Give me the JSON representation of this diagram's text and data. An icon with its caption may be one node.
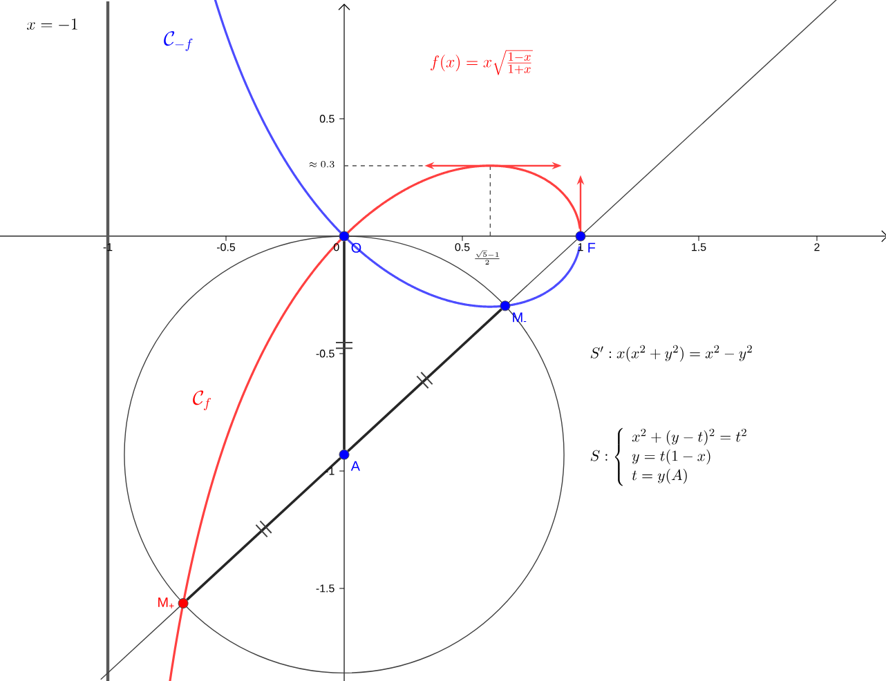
{
  "diagram": {
    "nodes": [
      {
        "text": [
          "O"
        ]
      },
      {
        "text": [
          "F"
        ]
      },
      {
        "text": [
          "M$_{-}$"
        ]
      },
      {
        "text": [
          "A"
        ]
      },
      {
        "text": [
          "M$_{+}$"
        ]
      }
    ],
    "edges": [
      {
        "from": 0,
        "to": 3,
        "arrow": "none"
      },
      {
        "from": 3,
        "to": 2,
        "arrow": "none"
      },
      {
        "from": 3,
        "to": 4,
        "arrow": "none"
      }
    ],
    "labels": [
      "x = -1",
      "\\mathcal{C}_{-f}",
      "f(x) = x\\sqrt{\\frac{1-x}{1+x}}",
      "0.5",
      "\\approx 0.3",
      "-1",
      "-0.5",
      "0",
      "0.5",
      "1",
      "1.5",
      "2",
      "\\frac{\\sqrt{5}-1}{2}",
      "-0.5",
      "-1",
      "-1.5",
      "\\mathcal{C}_f",
      "S' : x(x^2+y^2) = x^2-y^2",
      "S : \\left\\{\\begin{array}{l} x^2+(y-t)^2=t^2 \\\\ y=t(1-x) \\\\ t=y(A) \\end{array}\\right."
    ]
  }
}
